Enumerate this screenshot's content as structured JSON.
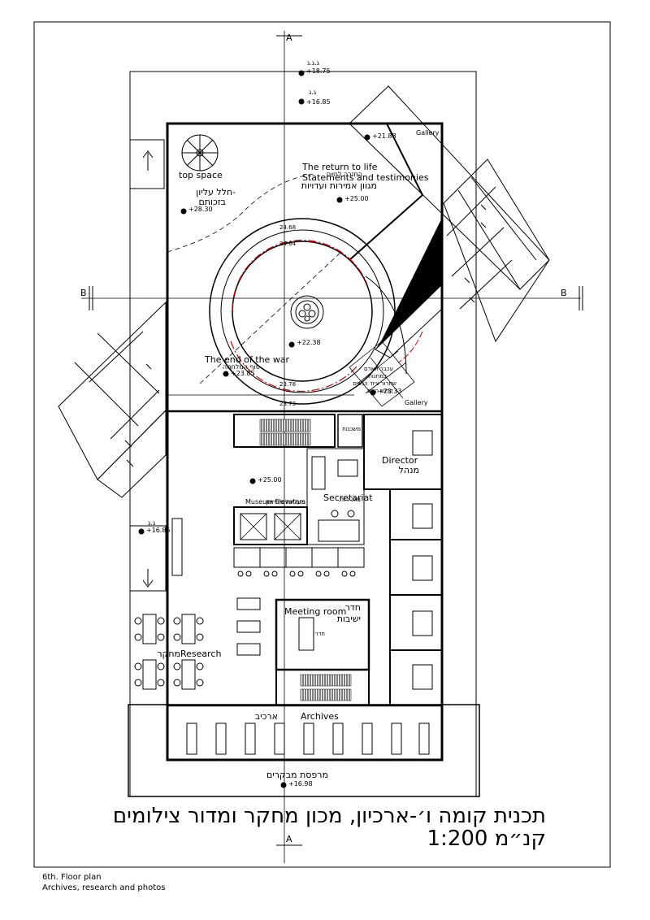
{
  "section_markers": {
    "section_a": "A",
    "section_b": "B"
  },
  "elevations": {
    "top_a": "+18.75",
    "top_a_tag": "ג.ג.ג",
    "top_b": "+16.85",
    "top_b_tag": "ג.ג",
    "gallery_top": "+21.88",
    "top_space": "+28.30",
    "hall": "+25.00",
    "center": "+22.38",
    "war": "+23.85",
    "gallery_bottom": "+23.33",
    "lobby": "+25.00",
    "ramp_left": "+16.85",
    "ramp_left_tag": "ג.ג",
    "terrace": "+16.98",
    "ring_a": "24.68",
    "ring_b": "24.64",
    "ring_c": "23.78",
    "ring_d": "23.73"
  },
  "rooms": {
    "gallery_top": "Gallery",
    "top_space_en": "top space",
    "top_space_he1": "חלל עליון-",
    "top_space_he2": "בזכותם",
    "return_en": "The return to life",
    "return_he": "החזרה לחיים",
    "testimonies_en": "Statements and testimonies",
    "testimonies_he": "מגוון אמירות ועדויות",
    "war_en": "The end of the war",
    "war_he": "סוף המלחמה",
    "gallery_small_he1": "עכבר האדם",
    "gallery_small_he2": "במחנות",
    "gallery_small_he3": "שחרור ציוד הנשים",
    "gallery_small_he4": "קדוש השם",
    "gallery_bottom": "Gallery",
    "stair_he": "משכנות",
    "director_en": "Director",
    "director_he": "מנהל",
    "museum_en": "Museum Elevators",
    "museum_he": "מעליות מוזיאון",
    "secretariat_en": "Secretariat",
    "secretariat_he": "מזכירות",
    "meeting_en": "Meeting room",
    "meeting_he1": "חדר",
    "meeting_he2": "ישיבות",
    "meeting_table_he": "חדר",
    "research_en": "Research",
    "research_he": "מחקר",
    "archives_he": "ארכיב",
    "archives_en": "Archives",
    "terrace_he": "מרפסת מבקרים"
  },
  "titles": {
    "main_he": "תכנית קומה ו׳-ארכיון, מכון מחקר ומדור צילומים",
    "scale": "קנ״מ 1:200"
  },
  "caption": {
    "line1": "6th. Floor plan",
    "line2": "Archives, research and photos"
  }
}
